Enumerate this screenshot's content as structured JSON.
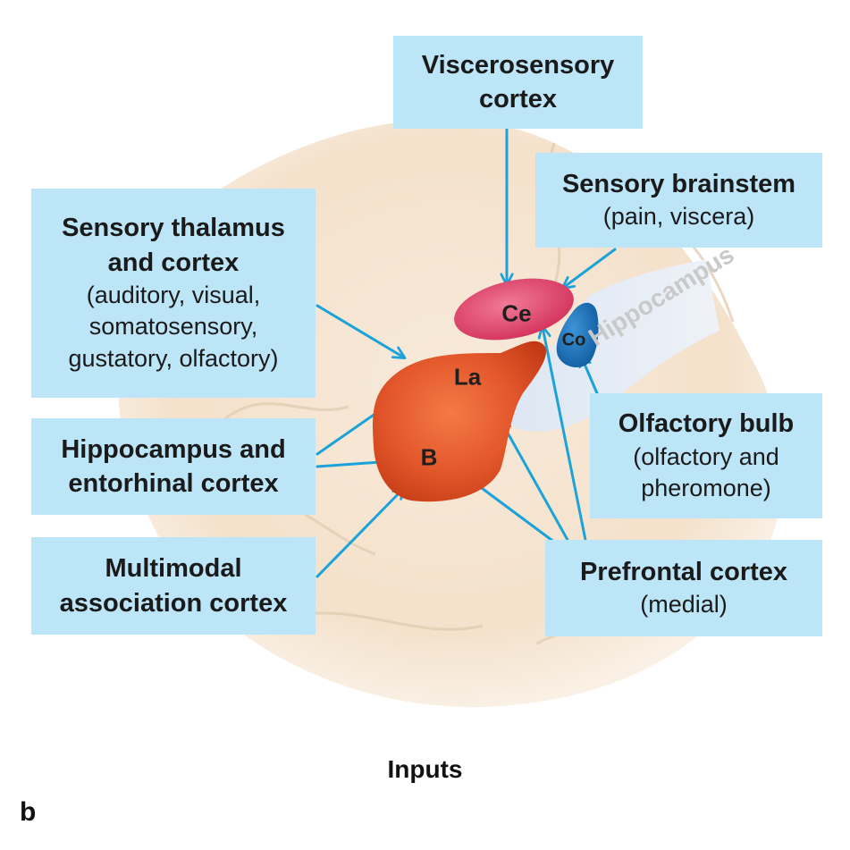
{
  "boxes": {
    "viscerosensory": {
      "title": "Viscerosensory cortex",
      "sub": ""
    },
    "brainstem": {
      "title": "Sensory brainstem",
      "sub": "(pain, viscera)"
    },
    "thalamus": {
      "title": "Sensory thalamus and cortex",
      "sub": "(auditory, visual, somatosensory, gustatory, olfactory)"
    },
    "hippocampus": {
      "title": "Hippocampus and entorhinal cortex",
      "sub": ""
    },
    "multimodal": {
      "title": "Multimodal association cortex",
      "sub": ""
    },
    "olfactory": {
      "title": "Olfactory bulb",
      "sub": "(olfactory and pheromone)"
    },
    "prefrontal": {
      "title": "Prefrontal cortex",
      "sub": "(medial)"
    }
  },
  "nuclei": {
    "ce": "Ce",
    "co": "Co",
    "la": "La",
    "b": "B"
  },
  "structure_label": "Hippocampus",
  "caption": "Inputs",
  "panel_letter": "b",
  "colors": {
    "box_fill": "#bde5f8",
    "arrow": "#1ba3d9",
    "amygdala": "#e2552a",
    "central": "#d8325a",
    "cortical": "#1570b5"
  }
}
